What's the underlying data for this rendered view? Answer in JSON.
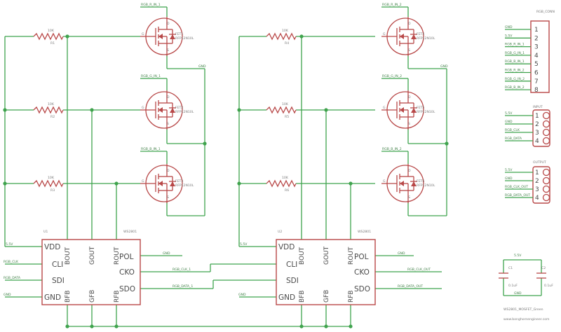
{
  "resistors": {
    "r1": {
      "value": "10K",
      "name": "R1"
    },
    "r2": {
      "value": "10K",
      "name": "R2"
    },
    "r3": {
      "value": "10K",
      "name": "R3"
    },
    "r4": {
      "value": "10K",
      "name": "R4"
    },
    "r5": {
      "value": "10K",
      "name": "R5"
    },
    "r6": {
      "value": "10K",
      "name": "R6"
    }
  },
  "fets": {
    "fet1": {
      "name": "FET1",
      "part": "RFP12N10L",
      "net": "RGB_R_IN_1"
    },
    "fet2": {
      "name": "FET2",
      "part": "RFP12N10L",
      "net": "RGB_G_IN_1"
    },
    "fet3": {
      "name": "FET3",
      "part": "RFP12N10L",
      "net": "RGB_B_IN_1"
    },
    "fet4": {
      "name": "FET4",
      "part": "RFP12N10L",
      "net": "RGB_R_IN_2"
    },
    "fet5": {
      "name": "FET5",
      "part": "RFP12N10L",
      "net": "RGB_G_IN_2"
    },
    "fet6": {
      "name": "FET6",
      "part": "RFP12N10L",
      "net": "RGB_B_IN_2"
    }
  },
  "pin_letters": {
    "d": "D",
    "s": "S",
    "g": "G"
  },
  "gnd_nets": {
    "left": "GND",
    "right": "GND"
  },
  "chips": {
    "u1": {
      "ref": "U1",
      "part": "WS2801"
    },
    "u2": {
      "ref": "U2",
      "part": "WS2801"
    },
    "pins": {
      "vdd": "VDD",
      "cli": "CLI",
      "sdi": "SDI",
      "gnd": "GND",
      "bout": "BOUT",
      "gout": "GOUT",
      "rout": "ROUT",
      "bfb": "BFB",
      "gfb": "GFB",
      "rfb": "RFB",
      "pol": "POL",
      "cko": "CKO",
      "sdo": "SDO"
    }
  },
  "nets": {
    "u1": {
      "vdd": "5.5V",
      "cli": "RGB_CLK",
      "sdi": "RGB_DATA",
      "gnd": "GND",
      "pol": "GND",
      "cko": "RGB_CLK_1",
      "sdo": "RGB_DATA_1"
    },
    "u2": {
      "vdd": "5.5V",
      "gnd": "GND",
      "pol": "GND",
      "cko": "RGB_CLK_OUT",
      "sdo": "RGB_DATA_OUT"
    }
  },
  "connectors": {
    "rgb_conn": {
      "title": "RGB_CONN",
      "pins": [
        "1",
        "2",
        "3",
        "4",
        "5",
        "6",
        "7",
        "8"
      ],
      "nets": [
        "GND",
        "5.5V",
        "RGB_R_IN_1",
        "RGB_G_IN_1",
        "RGB_B_IN_1",
        "RGB_R_IN_2",
        "RGB_G_IN_2",
        "RGB_B_IN_2"
      ]
    },
    "input": {
      "title": "INPUT",
      "pins": [
        "1",
        "2",
        "3",
        "4"
      ],
      "nets": [
        "5.5V",
        "GND",
        "RGB_CLK",
        "RGB_DATA"
      ]
    },
    "output": {
      "title": "OUTPUT",
      "pins": [
        "1",
        "2",
        "3",
        "4"
      ],
      "nets": [
        "5.5V",
        "GND",
        "RGB_CLK_OUT",
        "RGB_DATA_OUT"
      ]
    }
  },
  "caps": {
    "net_top": "5.5V",
    "net_bottom": "GND",
    "c1": {
      "name": "C1",
      "value": "0.1uF"
    },
    "c2": {
      "name": "C2",
      "value": "0.1uF"
    }
  },
  "footer": {
    "title": "WS2801_MOSFET_Green",
    "url": "www.bonghornengineer.com"
  }
}
